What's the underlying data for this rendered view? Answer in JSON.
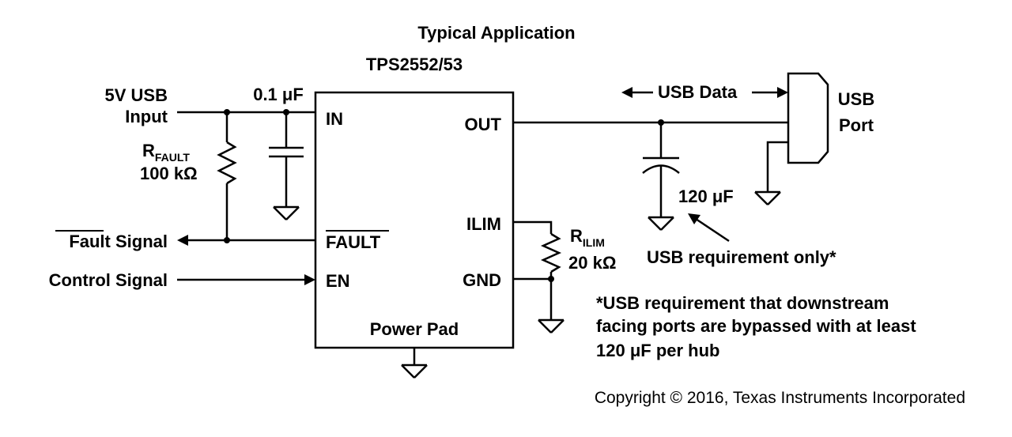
{
  "title": "Typical Application",
  "chip": {
    "part": "TPS2552/53",
    "pins": {
      "in": "IN",
      "out": "OUT",
      "ilim": "ILIM",
      "gnd": "GND",
      "fault": "FAULT",
      "en": "EN"
    },
    "power_pad": "Power Pad"
  },
  "inputs": {
    "usb_line1": "5V USB",
    "usb_line2": "Input",
    "fault_signal_fault": "Fault",
    "fault_signal_rest": " Signal",
    "control_signal": "Control  Signal"
  },
  "components": {
    "cin": "0.1 μF",
    "rfault_main": "R",
    "rfault_sub": "FAULT",
    "rfault_value": "100 kΩ",
    "rilim_main": "R",
    "rilim_sub": "ILIM",
    "rilim_value": "20 kΩ",
    "cout": "120 μF"
  },
  "usb": {
    "data": "USB Data",
    "port_line1": "USB",
    "port_line2": "Port",
    "requirement": "USB requirement only*"
  },
  "note": {
    "line1": "*USB requirement that downstream",
    "line2": "facing ports are bypassed with at least",
    "line3": "120 μF per hub"
  },
  "copyright": "Copyright © 2016, Texas Instruments Incorporated"
}
